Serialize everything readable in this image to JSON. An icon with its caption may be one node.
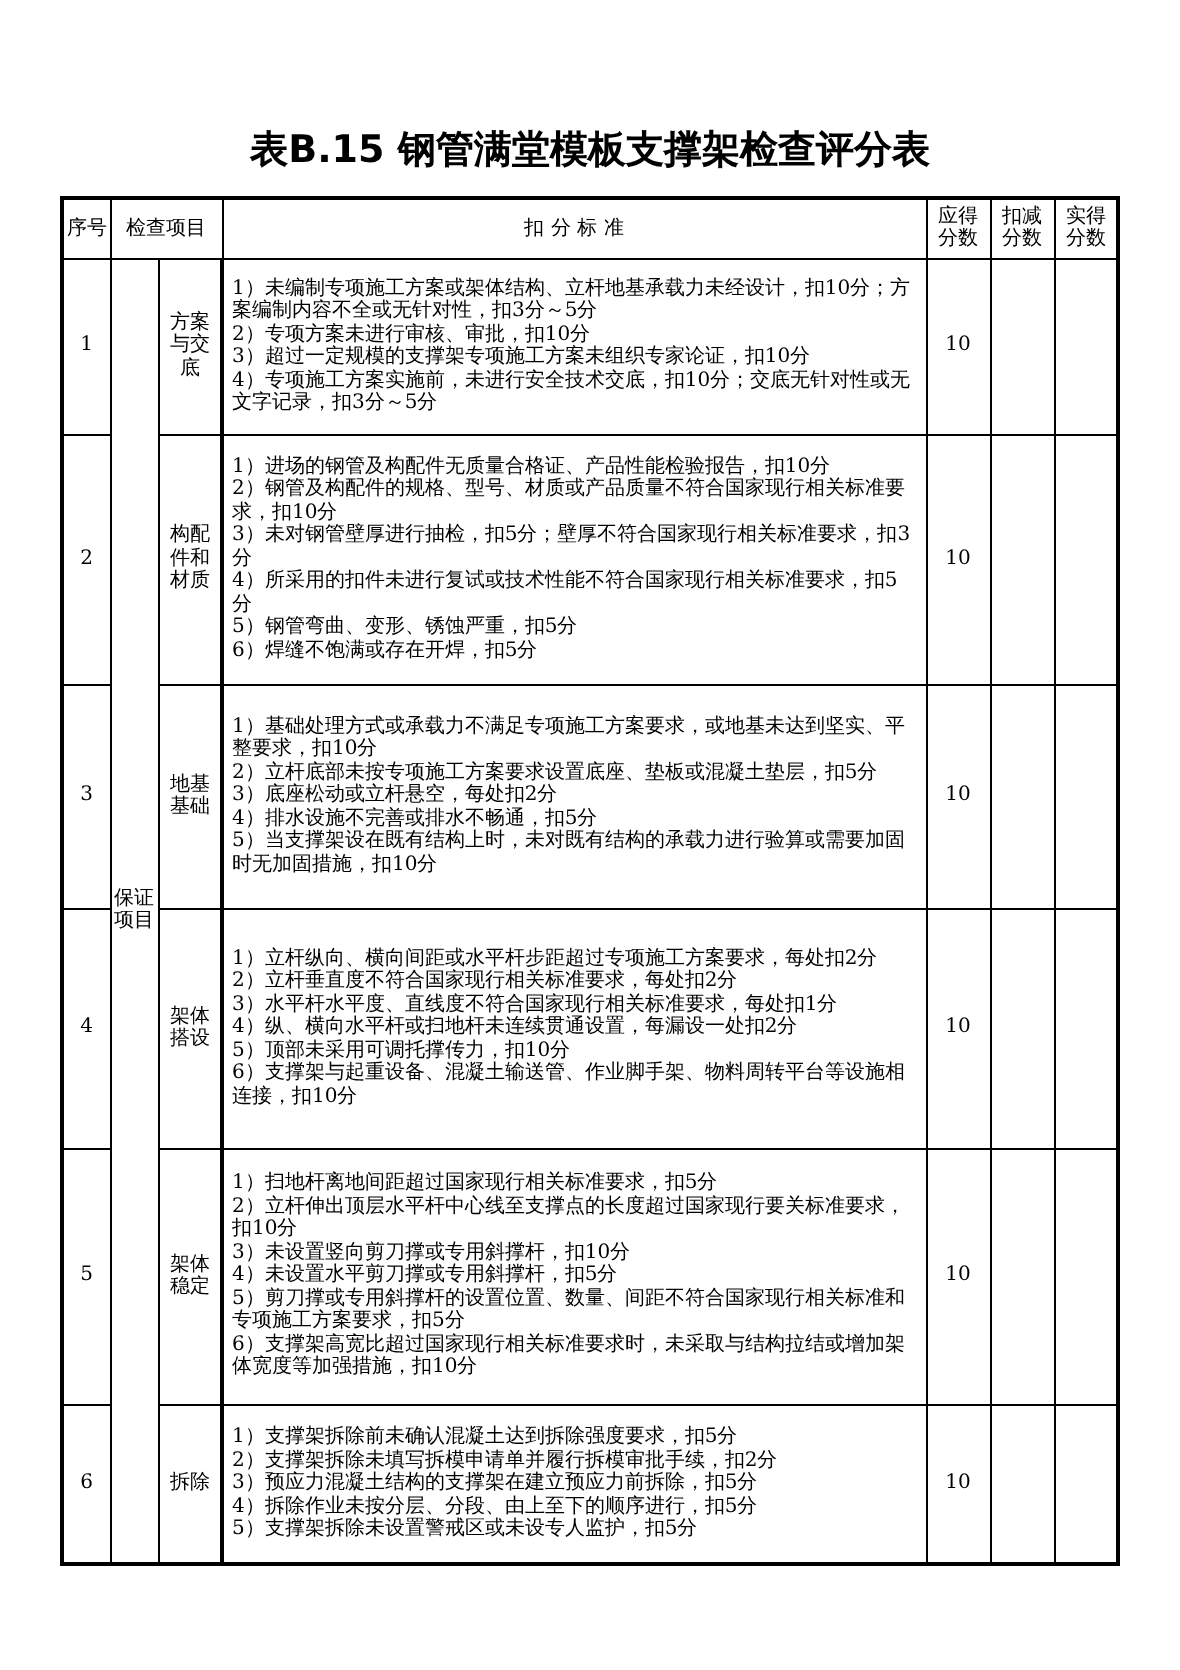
{
  "diagram": {
    "title": "表B.15 钢管满堂模板支撑架检查评分表",
    "labels": [
      "序号",
      "检查项目",
      "扣 分 标 准",
      "应得分数",
      "扣减分数",
      "实得分数",
      "1",
      "保证项目",
      "方案与交底",
      "1）未编制专项施工方案或架体结构、立杆地基承载力未经设计，扣10分；方案编制内容不全或无针对性，扣3分～5分",
      "2）专项方案未进行审核、审批，扣10分",
      "3）超过一定规模的支撑架专项施工方案未组织专家论证，扣10分",
      "4）专项施工方案实施前，未进行安全技术交底，扣10分；交底无针对性或无文字记录，扣3分～5分",
      "10",
      "2",
      "构配件和材质",
      "1）进场的钢管及构配件无质量合格证、产品性能检验报告，扣10分",
      "2）钢管及构配件的规格、型号、材质或产品质量不符合国家现行相关标准要求，扣10分",
      "3）未对钢管壁厚进行抽检，扣5分；壁厚不符合国家现行相关标准要求，扣3分",
      "4）所采用的扣件未进行复试或技术性能不符合国家现行相关标准要求，扣5分",
      "5）钢管弯曲、变形、锈蚀严重，扣5分",
      "6）焊缝不饱满或存在开焊，扣5分",
      "10",
      "3",
      "地基基础",
      "1）基础处理方式或承载力不满足专项施工方案要求，或地基未达到坚实、平整要求，扣10分",
      "2）立杆底部未按专项施工方案要求设置底座、垫板或混凝土垫层，扣5分",
      "3）底座松动或立杆悬空，每处扣2分",
      "4）排水设施不完善或排水不畅通，扣5分",
      "5）当支撑架设在既有结构上时，未对既有结构的承载力进行验算或需要加固时无加固措施，扣10分",
      "10",
      "4",
      "架体搭设",
      "1）立杆纵向、横向间距或水平杆步距超过专项施工方案要求，每处扣2分",
      "2）立杆垂直度不符合国家现行相关标准要求，每处扣2分",
      "3）水平杆水平度、直线度不符合国家现行相关标准要求，每处扣1分",
      "4）纵、横向水平杆或扫地杆未连续贯通设置，每漏设一处扣2分",
      "5）顶部未采用可调托撑传力，扣10分",
      "6）支撑架与起重设备、混凝土输送管、作业脚手架、物料周转平台等设施相连接，扣10分",
      "10",
      "5",
      "架体稳定",
      "1）扫地杆离地间距超过国家现行相关标准要求，扣5分",
      "2）立杆伸出顶层水平杆中心线至支撑点的长度超过国家现行要关标准要求，扣10分",
      "3）未设置竖向剪刀撑或专用斜撑杆，扣10分",
      "4）未设置水平剪刀撑或专用斜撑杆，扣5分",
      "5）剪刀撑或专用斜撑杆的设置位置、数量、间距不符合国家现行相关标准和专项施工方案要求，扣5分",
      "6）支撑架高宽比超过国家现行相关标准要求时，未采取与结构拉结或增加架体宽度等加强措施，扣10分",
      "10",
      "6",
      "拆除",
      "1）支撑架拆除前未确认混凝土达到拆除强度要求，扣5分",
      "2）支撑架拆除未填写拆模申请单并履行拆模审批手续，扣2分",
      "3）预应力混凝土结构的支撑架在建立预应力前拆除，扣5分",
      "4）拆除作业未按分层、分段、由上至下的顺序进行，扣5分",
      "5）支撑架拆除未设置警戒区或未设专人监护，扣5分",
      "10"
    ]
  }
}
